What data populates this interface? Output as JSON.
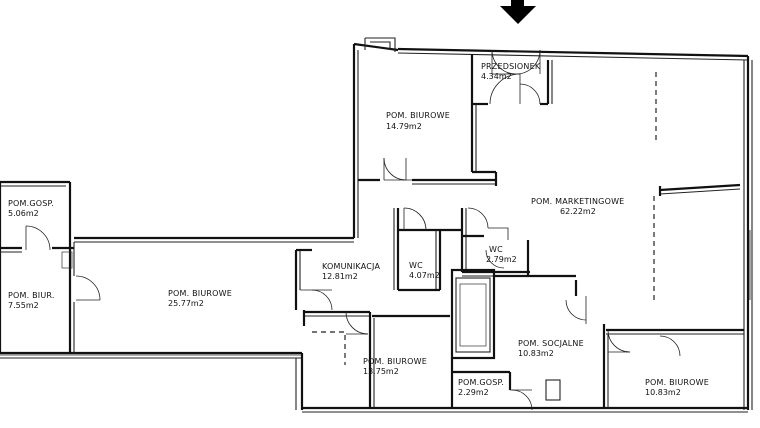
{
  "rooms": [
    {
      "id": "przedsionek",
      "name": "PRZEDSIONEK",
      "area": "4.34m2"
    },
    {
      "id": "biurowe-1",
      "name": "POM. BIUROWE",
      "area": "14.79m2"
    },
    {
      "id": "marketingowe",
      "name": "POM. MARKETINGOWE",
      "area": "62.22m2"
    },
    {
      "id": "gosp-1",
      "name": "POM.GOSP.",
      "area": "5.06m2"
    },
    {
      "id": "biur-small",
      "name": "POM. BIUR.",
      "area": "7.55m2"
    },
    {
      "id": "biurowe-2",
      "name": "POM. BIUROWE",
      "area": "25.77m2"
    },
    {
      "id": "komunikacja",
      "name": "KOMUNIKACJA",
      "area": "12.81m2"
    },
    {
      "id": "wc-1",
      "name": "WC",
      "area": "4.07m2"
    },
    {
      "id": "wc-2",
      "name": "WC",
      "area": "2.79m2"
    },
    {
      "id": "biurowe-3",
      "name": "POM. BIUROWE",
      "area": "13.75m2"
    },
    {
      "id": "socjalne",
      "name": "POM. SOCJALNE",
      "area": "10.83m2"
    },
    {
      "id": "gosp-2",
      "name": "POM.GOSP.",
      "area": "2.29m2"
    },
    {
      "id": "biurowe-4",
      "name": "POM. BIUROWE",
      "area": "10.83m2"
    }
  ],
  "entrance_marker": "arrow-down-icon"
}
